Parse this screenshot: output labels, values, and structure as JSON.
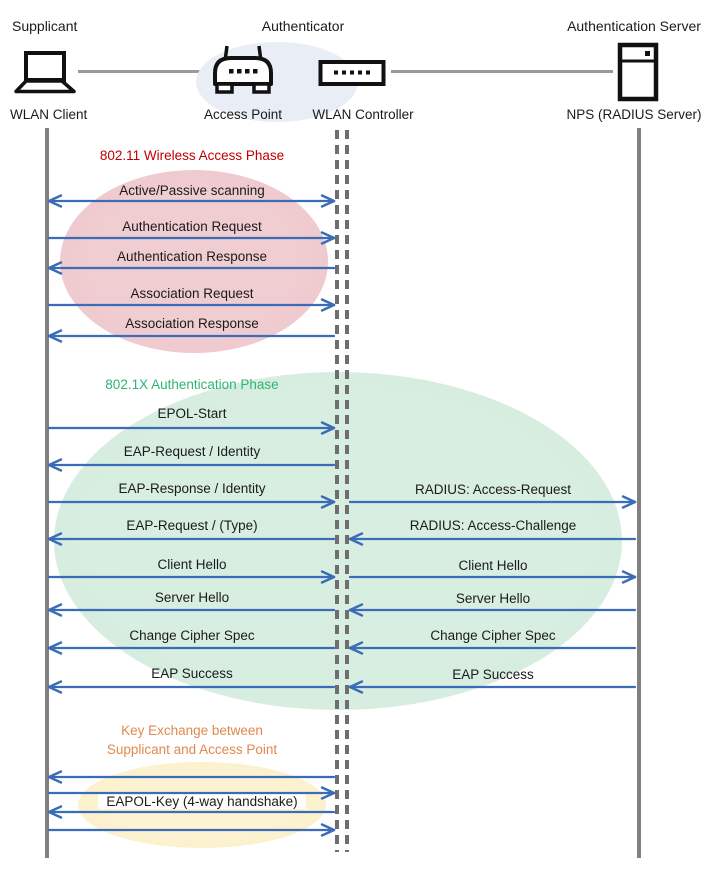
{
  "actors": {
    "roles": [
      {
        "label": "Supplicant"
      },
      {
        "label": "Authenticator"
      },
      {
        "label": "Authentication Server"
      }
    ],
    "devices": [
      {
        "label": "WLAN Client",
        "icon": "laptop-icon"
      },
      {
        "label": "Access Point",
        "icon": "access-point-icon"
      },
      {
        "label": "WLAN Controller",
        "icon": "wlan-controller-icon"
      },
      {
        "label": "NPS (RADIUS Server)",
        "icon": "server-icon"
      }
    ]
  },
  "phases": [
    {
      "title": "802.11 Wireless Access Phase",
      "title_color": "#C00000",
      "fill": "#ECC3C8"
    },
    {
      "title": "802.1X Authentication Phase",
      "title_color": "#2DB573",
      "fill": "#D2EBDC"
    },
    {
      "title": "Key Exchange between Supplicant and Access Point",
      "title_line1": "Key Exchange between",
      "title_line2": "Supplicant and Access Point",
      "title_color": "#E0894E",
      "fill": "#FCEEC5"
    }
  ],
  "messages": {
    "supplicant_to_authenticator": [
      {
        "label": "Active/Passive scanning",
        "direction": "both"
      },
      {
        "label": "Authentication Request",
        "direction": "right"
      },
      {
        "label": "Authentication Response",
        "direction": "left"
      },
      {
        "label": "Association Request",
        "direction": "right"
      },
      {
        "label": "Association Response",
        "direction": "left"
      },
      {
        "label": "EPOL-Start",
        "direction": "right"
      },
      {
        "label": "EAP-Request / Identity",
        "direction": "left"
      },
      {
        "label": "EAP-Response / Identity",
        "direction": "right"
      },
      {
        "label": "EAP-Request / (Type)",
        "direction": "left"
      },
      {
        "label": "Client Hello",
        "direction": "right"
      },
      {
        "label": "Server Hello",
        "direction": "left"
      },
      {
        "label": "Change Cipher Spec",
        "direction": "left"
      },
      {
        "label": "EAP Success",
        "direction": "left"
      },
      {
        "label": "",
        "direction": "left"
      },
      {
        "label": "",
        "direction": "right"
      },
      {
        "label": "EAPOL-Key (4-way handshake)",
        "direction": "left",
        "boxed": true
      },
      {
        "label": "",
        "direction": "right"
      }
    ],
    "authenticator_to_server": [
      {
        "label": "RADIUS: Access-Request",
        "direction": "right"
      },
      {
        "label": "RADIUS: Access-Challenge",
        "direction": "left"
      },
      {
        "label": "Client Hello",
        "direction": "right"
      },
      {
        "label": "Server Hello",
        "direction": "left"
      },
      {
        "label": "Change Cipher Spec",
        "direction": "left"
      },
      {
        "label": "EAP Success",
        "direction": "left"
      }
    ]
  },
  "style": {
    "arrow_color": "#3A6CB7",
    "lifeline_color": "#808080",
    "dashed_lifeline_color": "#6E6E6E",
    "connector_color": "#9A9A9A",
    "authenticator_highlight": "#E9EDF6",
    "icon_color": "#111111"
  }
}
